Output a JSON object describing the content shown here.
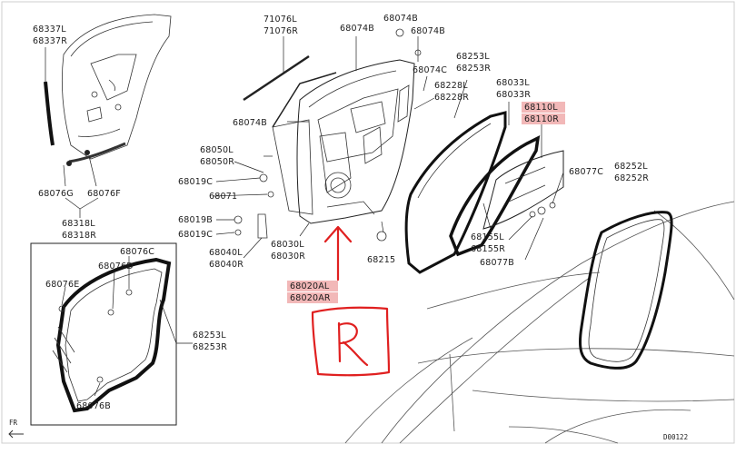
{
  "labels": {
    "l68337": [
      "68337L",
      "68337R"
    ],
    "l71076": [
      "71076L",
      "71076R"
    ],
    "l68074b_top": "68074B",
    "l68074b_a": "68074B",
    "l68074b_b": "68074B",
    "l68253_top": [
      "68253L",
      "68253R"
    ],
    "l68074c": "68074C",
    "l68228": [
      "68228L",
      "68228R"
    ],
    "l68033": [
      "68033L",
      "68033R"
    ],
    "l68110": [
      "68110L",
      "68110R"
    ],
    "l68050": [
      "68050L",
      "68050R"
    ],
    "l68019c_a": "68019C",
    "l68071": "68071",
    "l68019b": "68019B",
    "l68019c_b": "68019C",
    "l68040": [
      "68040L",
      "68040R"
    ],
    "l68030": [
      "68030L",
      "68030R"
    ],
    "l68020": [
      "68020AL",
      "68020AR"
    ],
    "l68215": "68215",
    "l68155": [
      "68155L",
      "68155R"
    ],
    "l68077b": "68077B",
    "l68077c": "68077C",
    "l68252": [
      "68252L",
      "68252R"
    ],
    "l68076g": "68076G",
    "l68076f": "68076F",
    "l68318": [
      "68318L",
      "68318R"
    ],
    "l68076c": "68076C",
    "l68076d": "68076D",
    "l68076e": "68076E",
    "l68253_box": [
      "68253L",
      "68253R"
    ],
    "l68076b": "68076B"
  },
  "annotation": {
    "letter": "R",
    "color": "#e02020"
  },
  "highlight_color": "#f2b8b8",
  "front_indicator": "FR",
  "diagram_code": "D00122"
}
